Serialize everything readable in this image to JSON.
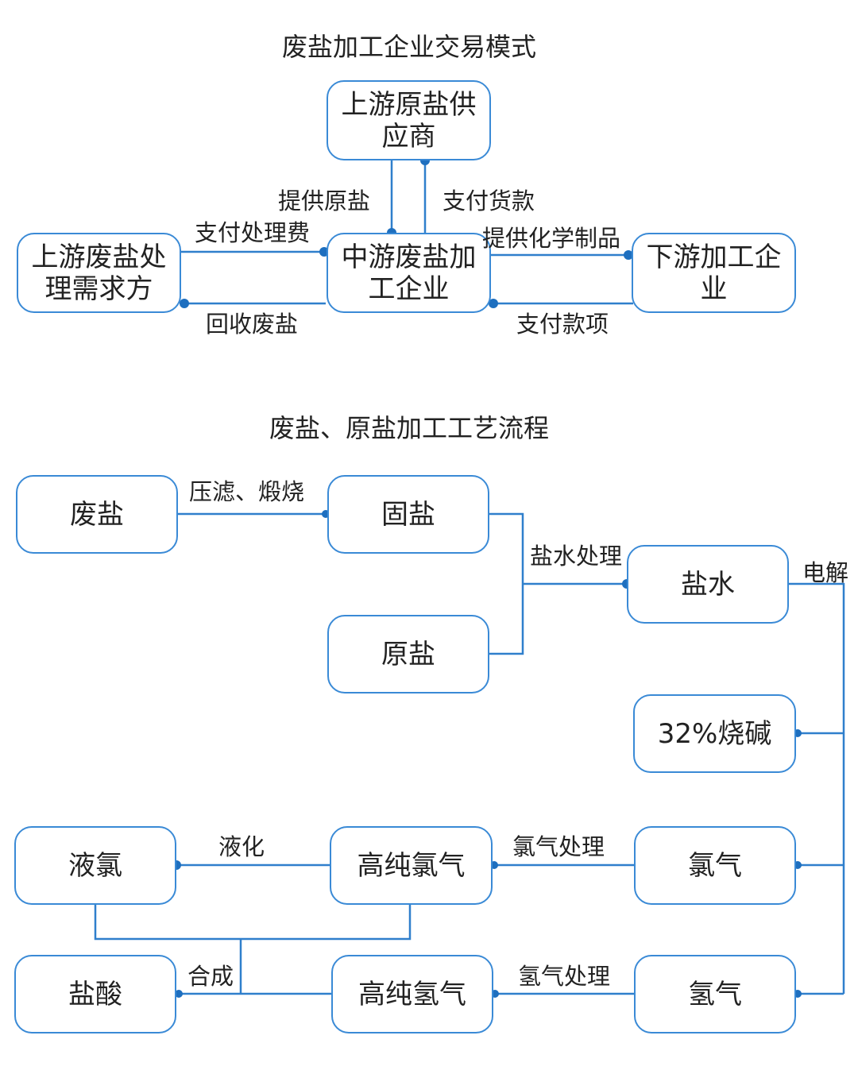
{
  "diagram1": {
    "title": "废盐加工企业交易模式",
    "nodes": {
      "upstream_supplier": "上游原盐供应商",
      "upstream_waste": "上游废盐处理需求方",
      "midstream": "中游废盐加工企业",
      "downstream": "下游加工企业"
    },
    "edges": {
      "provide_raw_salt": "提供原盐",
      "pay_goods": "支付货款",
      "pay_fee": "支付处理费",
      "recycle_waste": "回收废盐",
      "provide_chem": "提供化学制品",
      "pay_amount": "支付款项"
    }
  },
  "diagram2": {
    "title": "废盐、原盐加工工艺流程",
    "nodes": {
      "waste_salt": "废盐",
      "solid_salt": "固盐",
      "raw_salt": "原盐",
      "brine": "盐水",
      "caustic": "32%烧碱",
      "liquid_chlorine": "液氯",
      "hp_chlorine": "高纯氯气",
      "chlorine": "氯气",
      "hcl": "盐酸",
      "hp_hydrogen": "高纯氢气",
      "hydrogen": "氢气"
    },
    "edges": {
      "press_calcine": "压滤、煅烧",
      "brine_treat": "盐水处理",
      "electrolysis": "电解",
      "liquefy": "液化",
      "chlorine_treat": "氯气处理",
      "synthesis": "合成",
      "hydrogen_treat": "氢气处理"
    }
  }
}
